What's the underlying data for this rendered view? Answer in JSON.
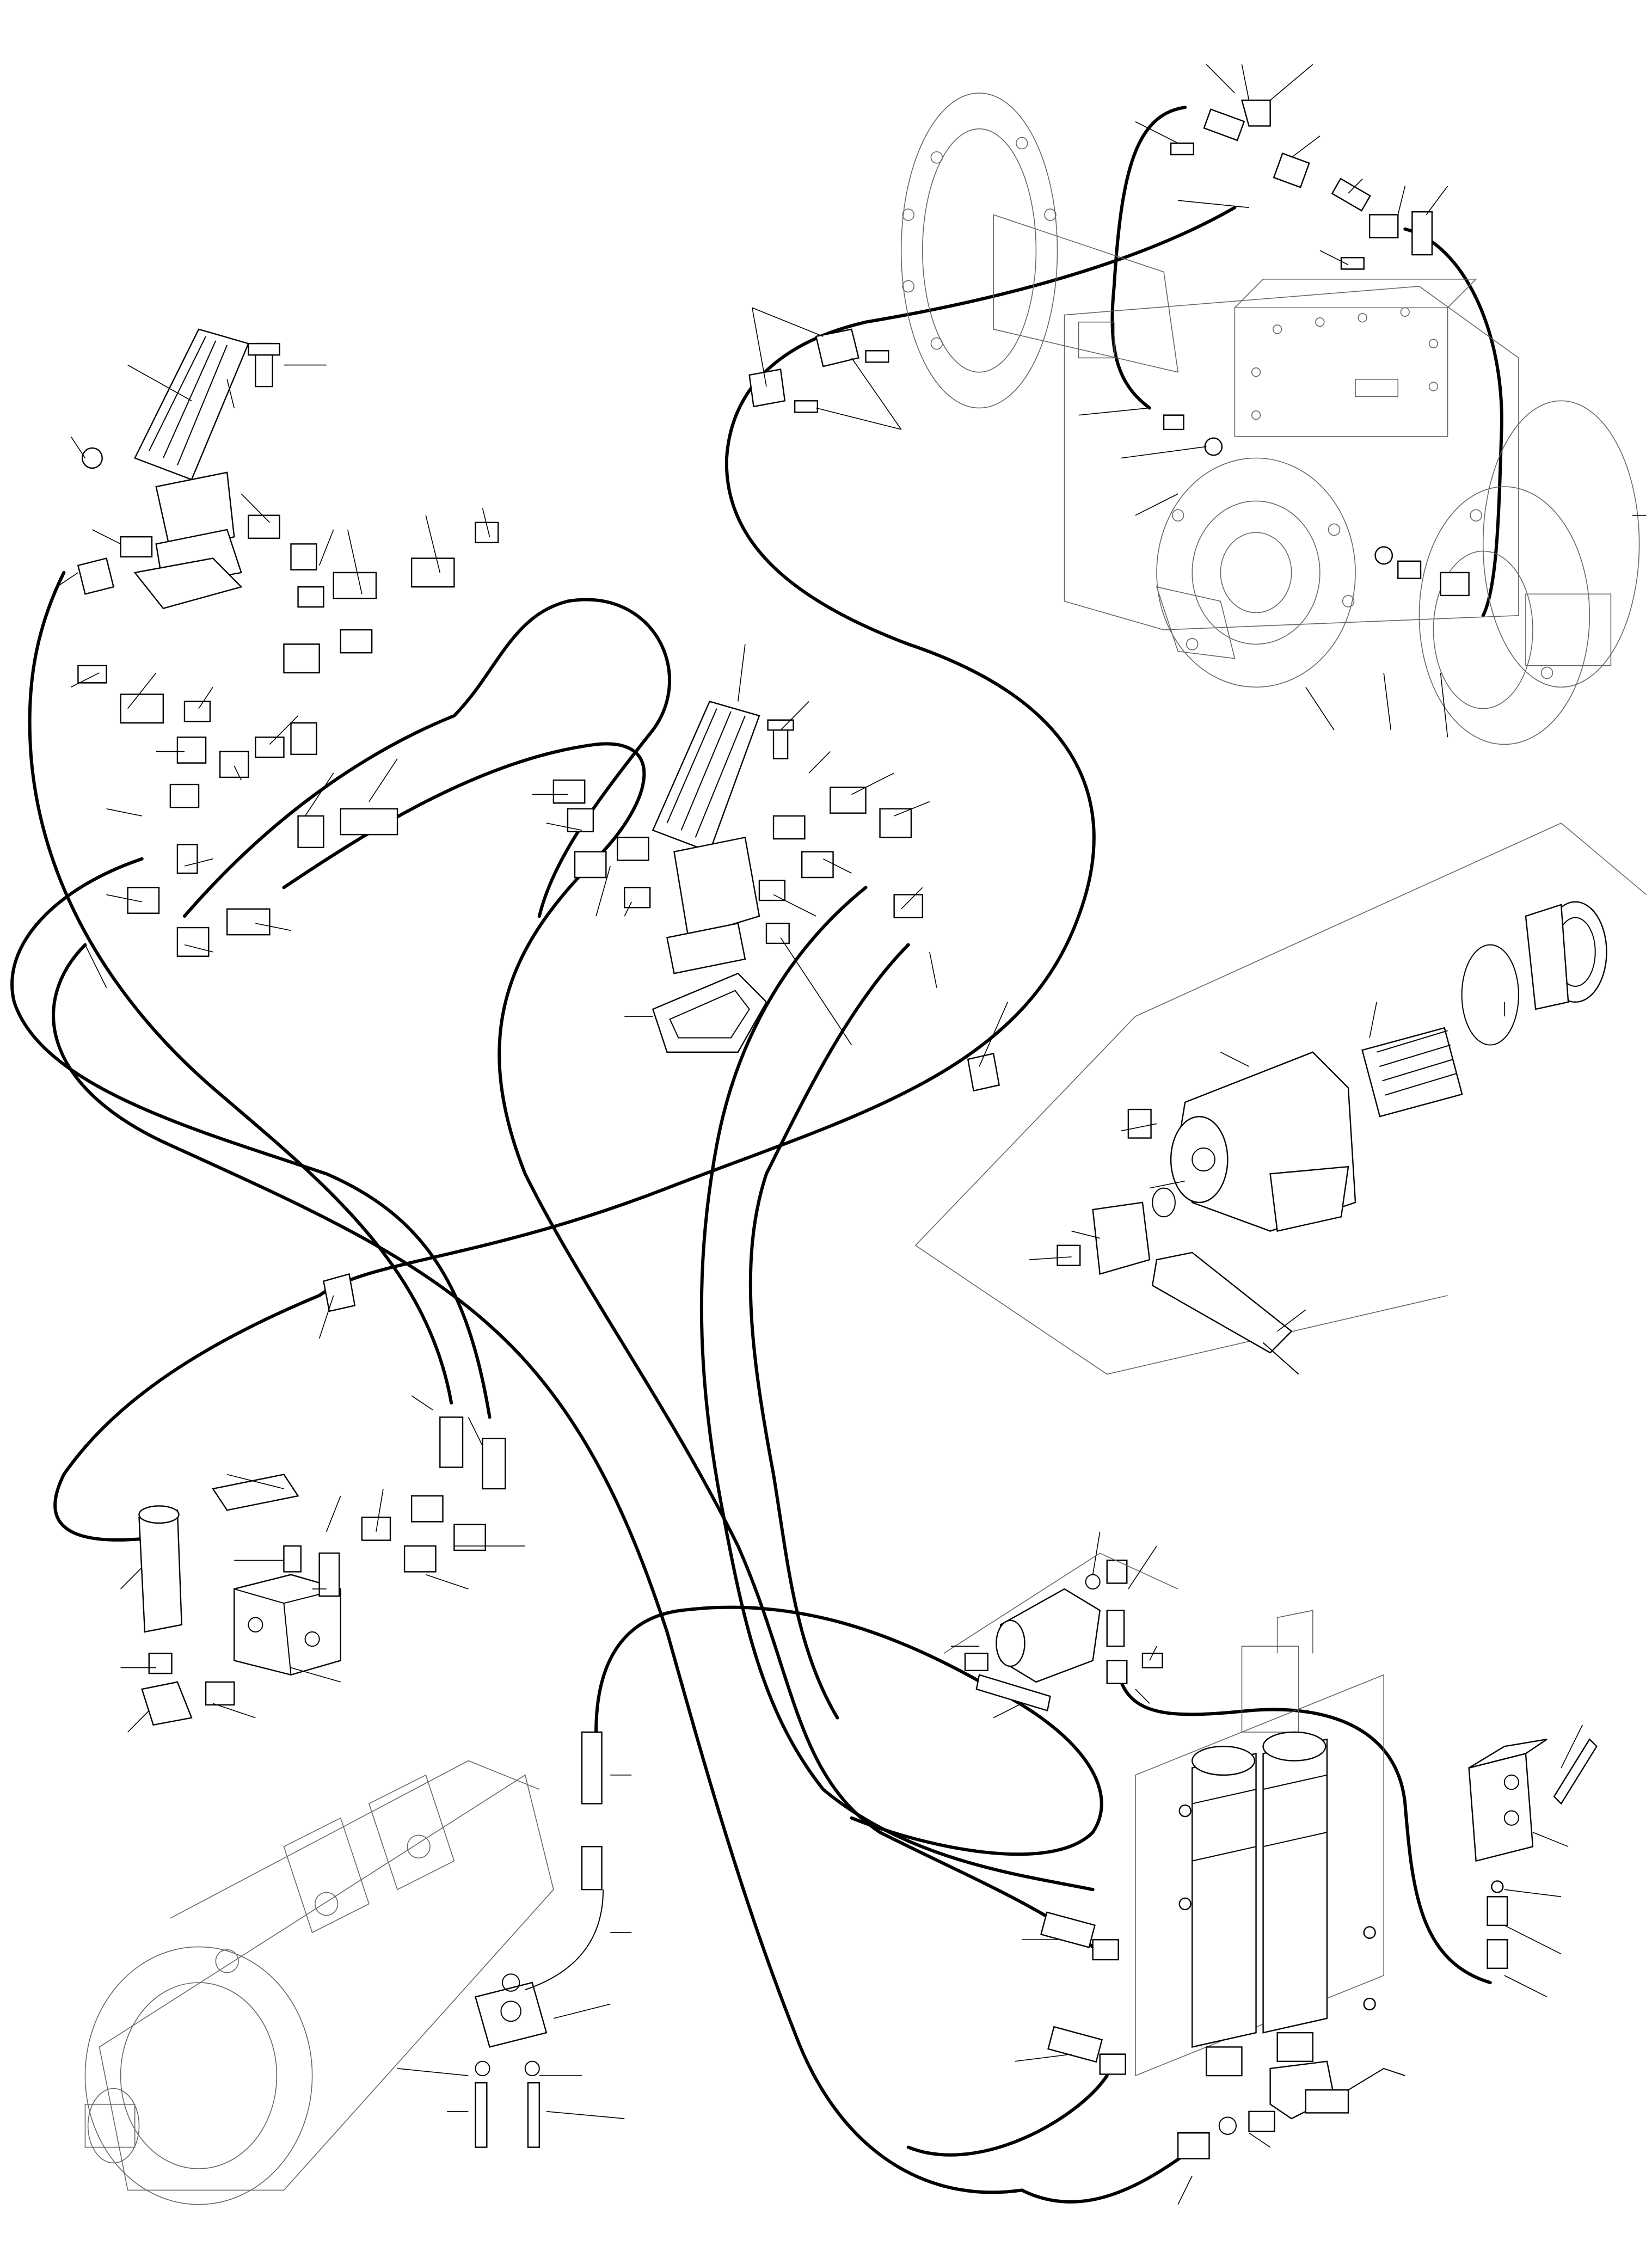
{
  "diagram": {
    "kind": "exploded-parts-hydraulic-hose-routing",
    "background_color": "#ffffff",
    "line_color": "#000000",
    "assemblies": [
      {
        "key": "axle",
        "icon": "axle-differential-icon"
      },
      {
        "key": "pedal_left",
        "icon": "brake-pedal-valve-icon"
      },
      {
        "key": "pedal_center",
        "icon": "brake-pedal-valve-icon"
      },
      {
        "key": "filter",
        "icon": "inline-filter-exploded-icon"
      },
      {
        "key": "accumulators",
        "icon": "twin-accumulator-icon"
      },
      {
        "key": "pump",
        "icon": "tandem-gear-pump-icon"
      },
      {
        "key": "valve_block",
        "icon": "valve-block-icon"
      },
      {
        "key": "pressure_switch",
        "icon": "pressure-switch-icon"
      }
    ],
    "callout_labels": []
  }
}
